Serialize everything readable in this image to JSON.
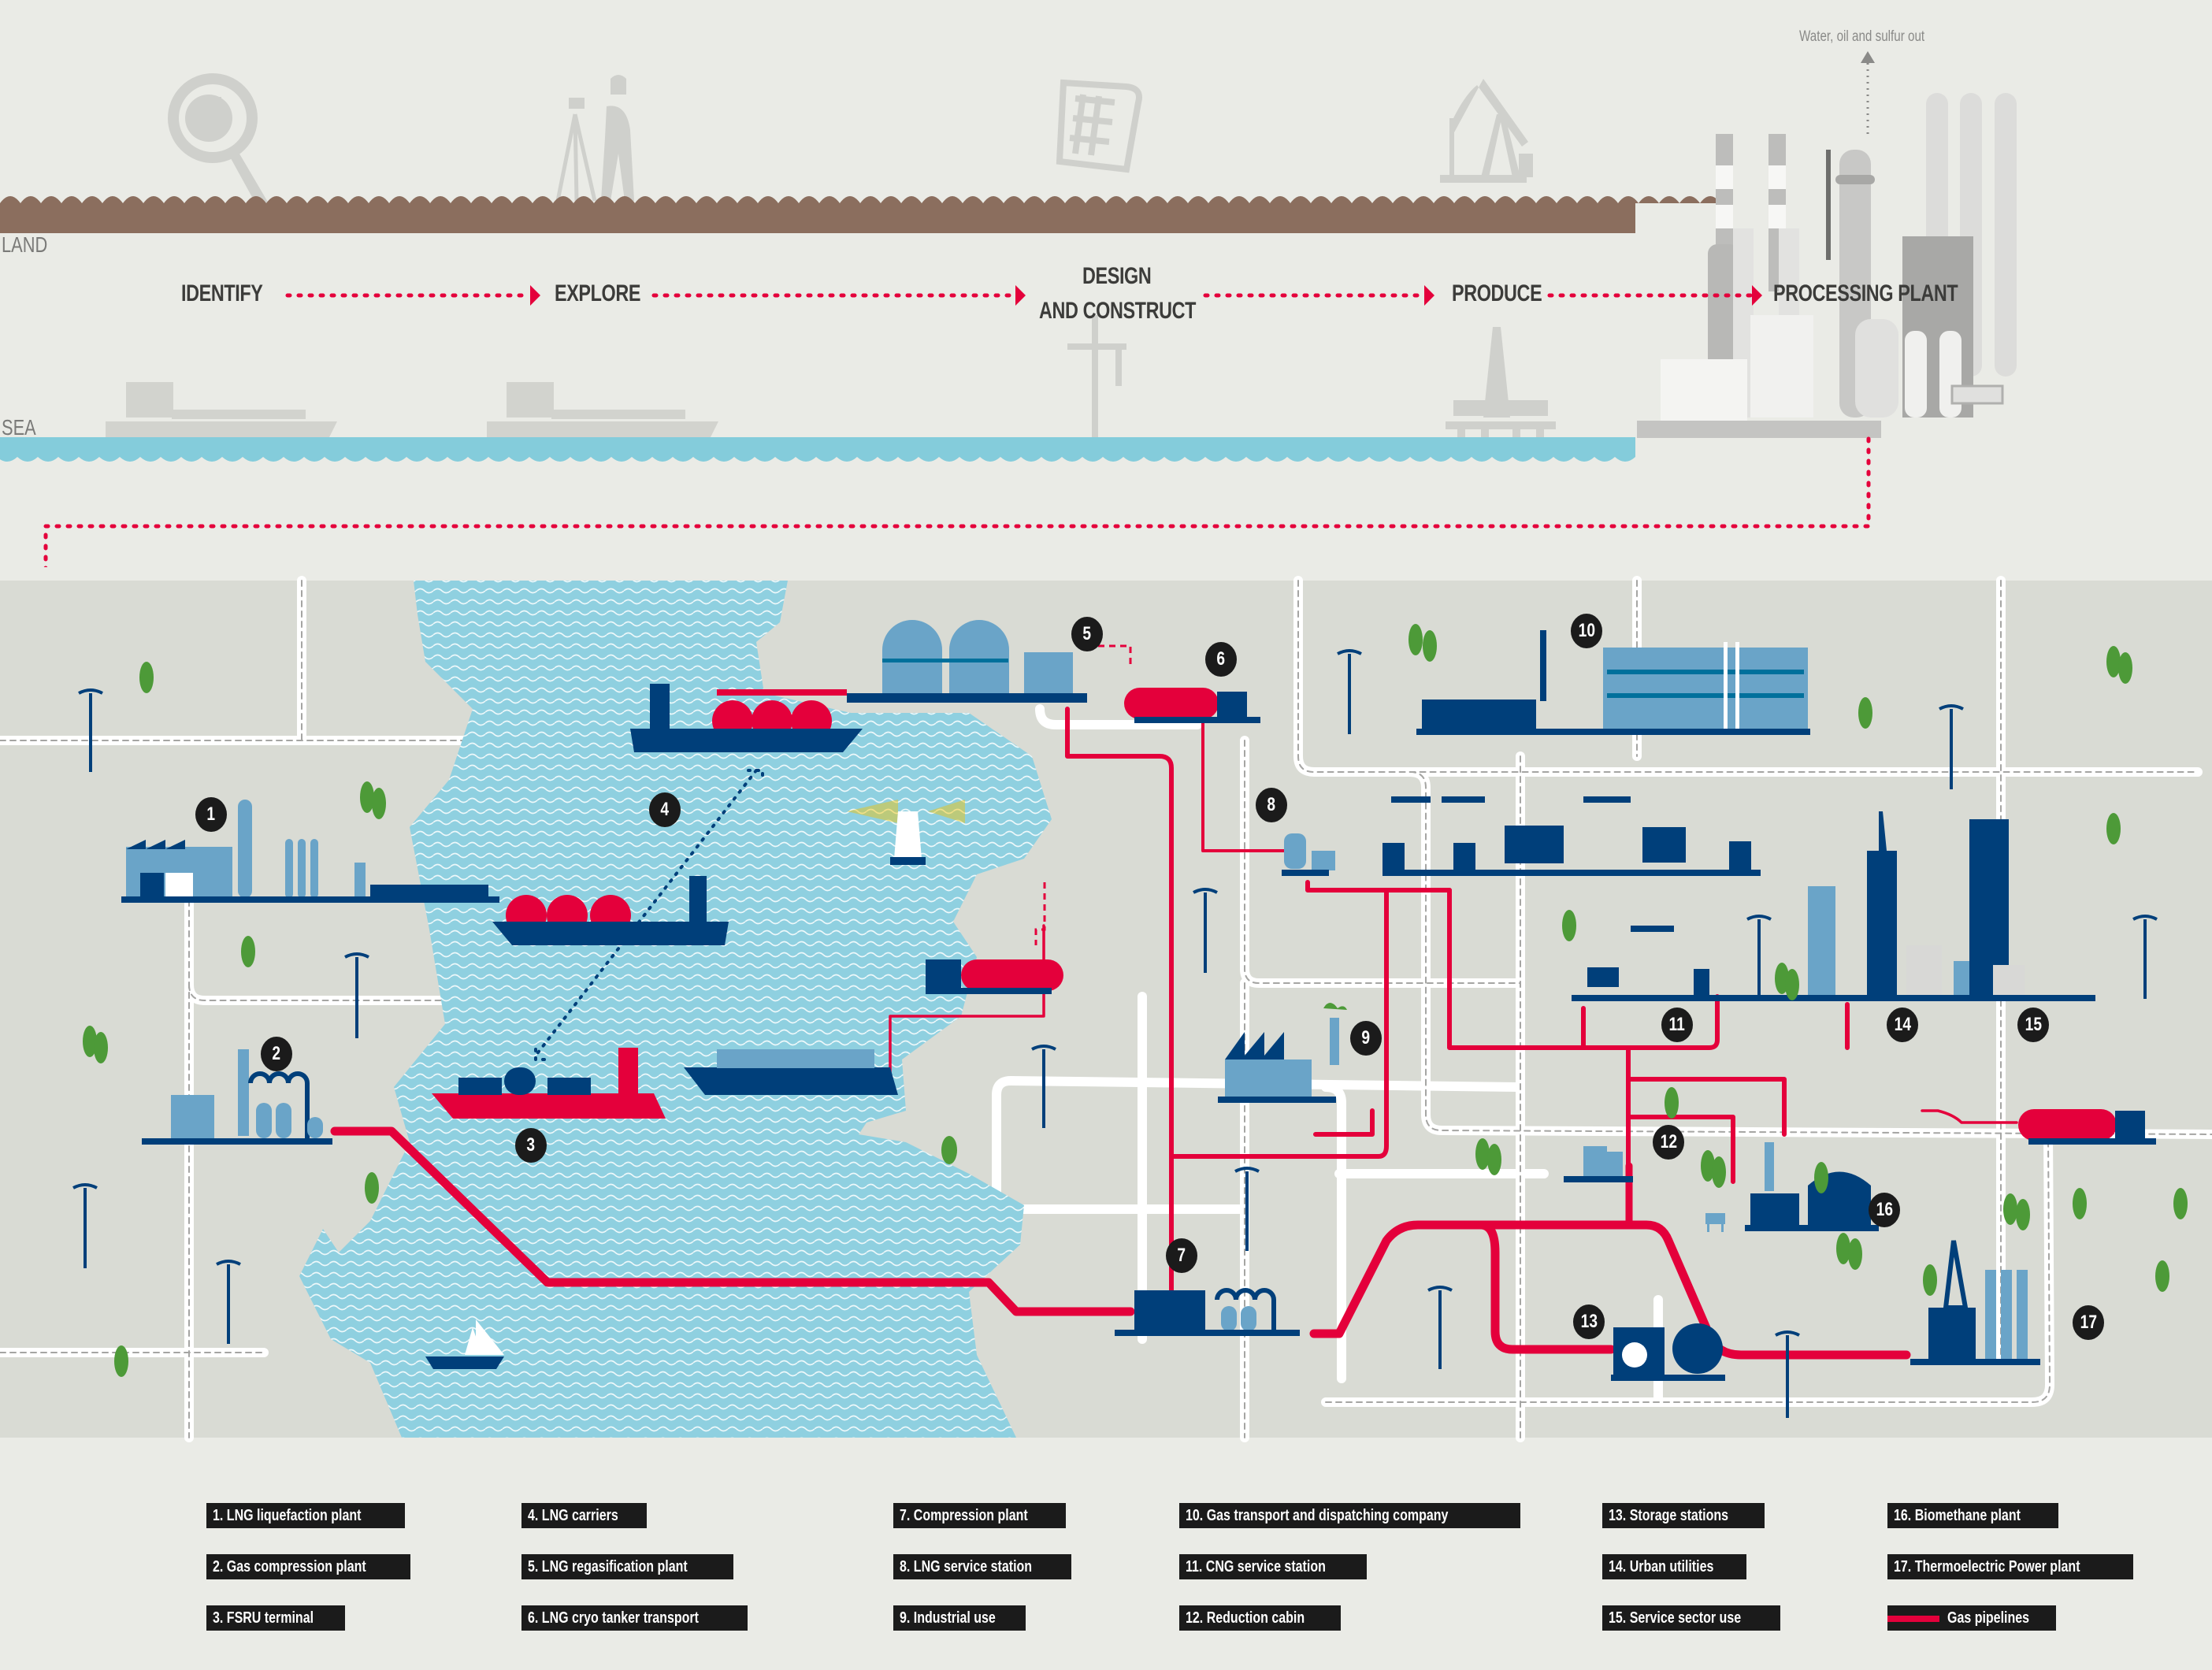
{
  "diagram": {
    "title_flow": {
      "zones": {
        "land": "LAND",
        "sea": "SEA"
      },
      "stages": [
        {
          "id": "identify",
          "label": "IDENTIFY",
          "icon": "magnifier-globe-icon",
          "sea_icon": "survey-ship-icon"
        },
        {
          "id": "explore",
          "label": "EXPLORE",
          "icon": "surveyor-theodolite-icon",
          "sea_icon": "exploration-ship-icon"
        },
        {
          "id": "design",
          "label_line1": "DESIGN",
          "label_line2": "AND CONSTRUCT",
          "icon": "blueprint-icon",
          "sea_icon": "crane-icon"
        },
        {
          "id": "produce",
          "label": "PRODUCE",
          "icon": "pumpjack-icon",
          "sea_icon": "offshore-platform-icon"
        },
        {
          "id": "processing",
          "label": "PROCESSING PLANT",
          "icon": "refinery-icon"
        }
      ],
      "processing_note": "Water, oil and sulfur out"
    },
    "map": {
      "markers": [
        {
          "n": "1",
          "name": "LNG liquefaction plant"
        },
        {
          "n": "2",
          "name": "Gas compression plant"
        },
        {
          "n": "3",
          "name": "FSRU terminal"
        },
        {
          "n": "4",
          "name": "LNG carriers"
        },
        {
          "n": "5",
          "name": "LNG regasification plant"
        },
        {
          "n": "6",
          "name": "LNG cryo tanker transport"
        },
        {
          "n": "7",
          "name": "Compression plant"
        },
        {
          "n": "8",
          "name": "LNG service station"
        },
        {
          "n": "9",
          "name": "Industrial use"
        },
        {
          "n": "10",
          "name": "Gas transport and dispatching company"
        },
        {
          "n": "11",
          "name": "CNG service station"
        },
        {
          "n": "12",
          "name": "Reduction cabin"
        },
        {
          "n": "13",
          "name": "Storage stations"
        },
        {
          "n": "14",
          "name": "Urban utilities"
        },
        {
          "n": "15",
          "name": "Service sector use"
        },
        {
          "n": "16",
          "name": "Biomethane plant"
        },
        {
          "n": "17",
          "name": "Thermoelectric Power plant"
        }
      ]
    },
    "legend": {
      "items": [
        "1. LNG liquefaction plant",
        "2. Gas compression plant",
        "3. FSRU terminal",
        "4. LNG carriers",
        "5. LNG regasification plant",
        "6. LNG cryo tanker transport",
        "7. Compression plant",
        "8. LNG service station",
        "9. Industrial use",
        "10. Gas transport and dispatching company",
        "11. CNG service station",
        "12. Reduction cabin",
        "13. Storage stations",
        "14. Urban utilities",
        "15. Service sector use",
        "16. Biomethane plant",
        "17. Thermoelectric Power plant"
      ],
      "pipeline_label": "Gas pipelines"
    },
    "colors": {
      "background": "#eaebe6",
      "land_strip": "#8b6e5e",
      "sea_strip": "#84ccdb",
      "map_ground": "#d9dbd4",
      "water": "#8fd0e0",
      "pipeline": "#e4003b",
      "navy": "#003f7a",
      "steel_blue": "#6aa4c8",
      "tree": "#4d9a38",
      "lamp_light": "#f5c400",
      "badge": "#1b1b1b",
      "ghost_grey": "#cfd0cc"
    }
  }
}
